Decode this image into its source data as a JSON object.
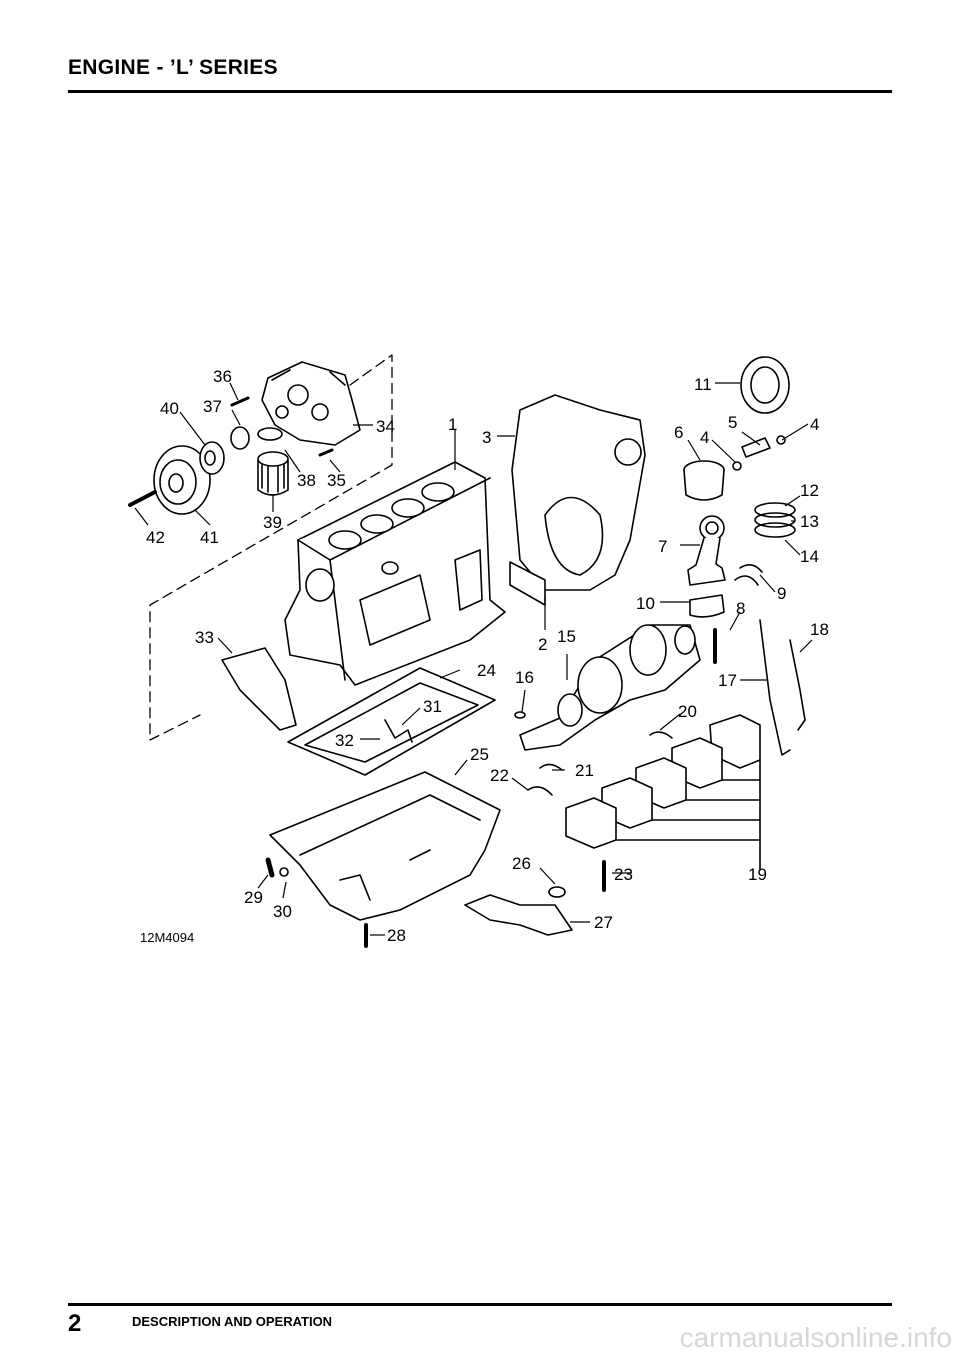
{
  "header": {
    "title": "ENGINE - ’L’ SERIES"
  },
  "figure": {
    "id": "12M4094",
    "callouts": [
      "1",
      "2",
      "3",
      "4",
      "4",
      "5",
      "6",
      "7",
      "8",
      "9",
      "10",
      "11",
      "12",
      "13",
      "14",
      "15",
      "16",
      "17",
      "18",
      "19",
      "20",
      "21",
      "22",
      "23",
      "24",
      "25",
      "26",
      "27",
      "28",
      "29",
      "30",
      "31",
      "32",
      "33",
      "34",
      "35",
      "36",
      "37",
      "38",
      "39",
      "40",
      "41",
      "42"
    ]
  },
  "footer": {
    "page_number": "2",
    "section": "DESCRIPTION AND OPERATION"
  },
  "watermark": "carmanualsonline.info"
}
